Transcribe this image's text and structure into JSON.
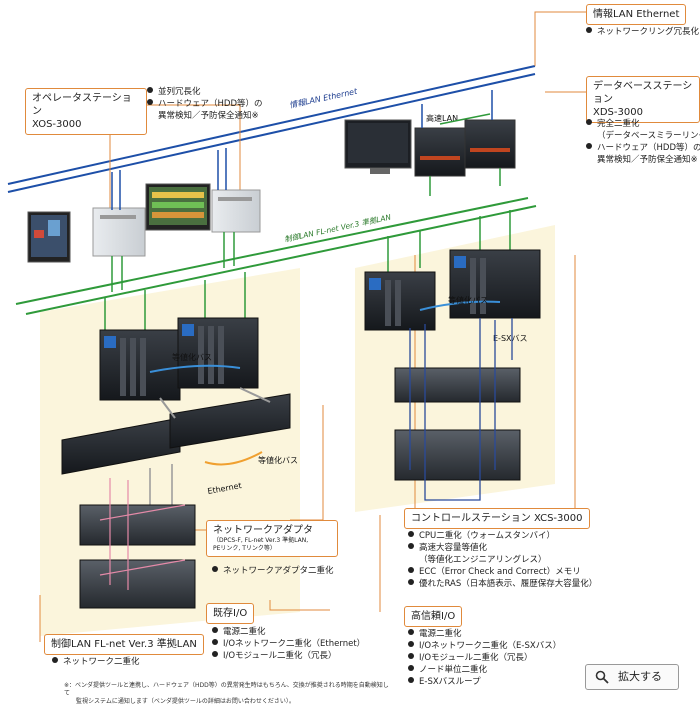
{
  "colors": {
    "info_lan": "#1d4fa8",
    "control_lan": "#2f9a3a",
    "equalization_bus": "#3a8fd8",
    "ethernet": "#9a9a9a",
    "callout_border": "#e08a3c",
    "highlight_bg": "#fbf5dc",
    "pink_link": "#e58aa8",
    "orange_link": "#f0a030",
    "eseries_bus": "#2a4a9a"
  },
  "top_right": {
    "title": "情報LAN Ethernet",
    "bullets": [
      "ネットワークリング冗長化"
    ]
  },
  "operator_station": {
    "title_line1": "オペレータステーション",
    "title_line2": "XOS-3000",
    "bullets": [
      "並列冗長化",
      "ハードウェア（HDD等）の"
    ],
    "bullet2_cont": "異常検知／予防保全通知※"
  },
  "database_station": {
    "title_line1": "データベースステーション",
    "title_line2": "XDS-3000",
    "bullets": [
      "完全二重化",
      "ハードウェア（HDD等）の"
    ],
    "bullet1_cont": "（データベースミラーリング）",
    "bullet2_cont": "異常検知／予防保全通知※"
  },
  "diagram_labels": {
    "info_lan": "情報LAN Ethernet",
    "control_lan": "制御LAN FL-net Ver.3 準拠LAN",
    "high_speed_lan": "高速LAN",
    "equalization_bus": "等値化バス",
    "es_bus": "E-SXバス",
    "ethernet": "Ethernet"
  },
  "network_adapter": {
    "title": "ネットワークアダプタ",
    "sub_line1": "（DPCS-F, FL-net Ver.3 準拠LAN,",
    "sub_line2": "PEリンク, Tリンク等）",
    "bullets": [
      "ネットワークアダプタ二重化"
    ]
  },
  "control_station": {
    "title": "コントロールステーション XCS-3000",
    "bullets": [
      "CPU二重化（ウォームスタンバイ）",
      "高速大容量等値化",
      "ECC（Error Check and Correct）メモリ",
      "優れたRAS（日本語表示、履歴保存大容量化）"
    ],
    "bullet2_cont": "（等値化エンジニアリングレス）"
  },
  "existing_io": {
    "title": "既存I/O",
    "bullets": [
      "電源二重化",
      "I/Oネットワーク二重化（Ethernet）",
      "I/Oモジュール二重化（冗長）"
    ]
  },
  "control_lan_box": {
    "title": "制御LAN FL-net Ver.3 準拠LAN",
    "bullets": [
      "ネットワーク二重化"
    ]
  },
  "high_reliability_io": {
    "title": "高信頼I/O",
    "bullets": [
      "電源二重化",
      "I/Oネットワーク二重化（E-SXバス）",
      "I/Oモジュール二重化（冗長）",
      "ノード単位二重化",
      "E-SXバスループ"
    ]
  },
  "footnote": {
    "line1": "※：ベンダ提供ツールと連携し、ハードウェア（HDD等）の異常発生時はもちろん、交換が推奨される時期を自動検知して",
    "line2": "　　監視システムに通知します（ベンダ提供ツールの詳細はお問い合わせください）。"
  },
  "zoom_button": {
    "label": "拡大する",
    "icon": "magnifier-icon"
  }
}
